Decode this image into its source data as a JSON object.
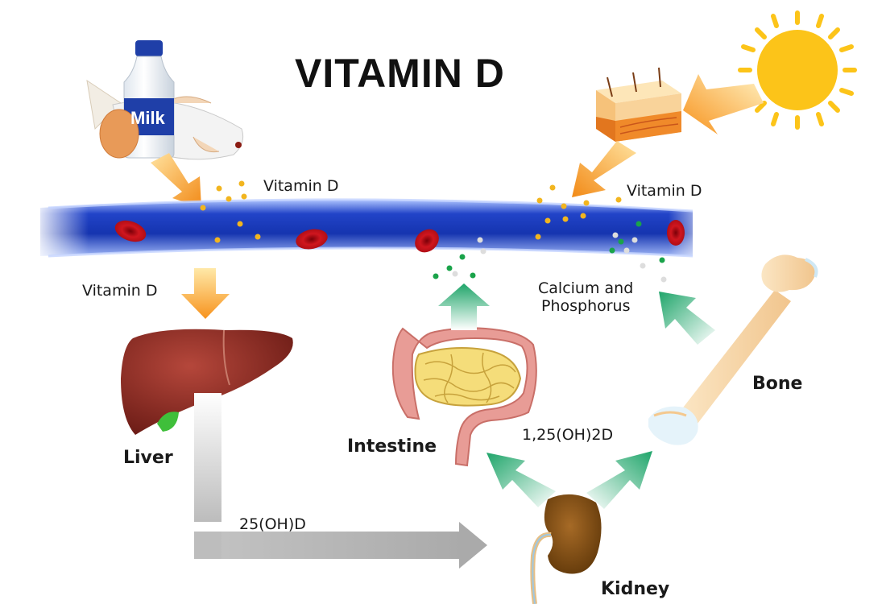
{
  "title": "VITAMIN D",
  "labels": {
    "vitamin_d_food": "Vitamin D",
    "vitamin_d_sun": "Vitamin D",
    "vitamin_d_liver": "Vitamin D",
    "calcium_line1": "Calcium and",
    "calcium_line2": "Phosphorus",
    "calcitriol": "1,25(OH)2D",
    "calcidiol": "25(OH)D"
  },
  "organs": {
    "liver": "Liver",
    "intestine": "Intestine",
    "bone": "Bone",
    "kidney": "Kidney"
  },
  "milk_label": "Milk",
  "colors": {
    "vessel": "#1f3fbf",
    "blood_cell": "#c8141c",
    "arrow_orange": "#f7931e",
    "arrow_green": "#1fa56a",
    "arrow_gray": "#b0b0b0",
    "sun": "#fcc419",
    "liver": "#8b2a22",
    "kidney": "#7a4a12",
    "bone": "#f8d9a8",
    "intestine": "#e8a09a"
  },
  "icons": [
    "sun-icon",
    "skin-icon",
    "milk-bottle-icon",
    "fish-icon",
    "egg-icon",
    "blood-vessel-icon",
    "liver-icon",
    "intestine-icon",
    "bone-icon",
    "kidney-icon"
  ]
}
